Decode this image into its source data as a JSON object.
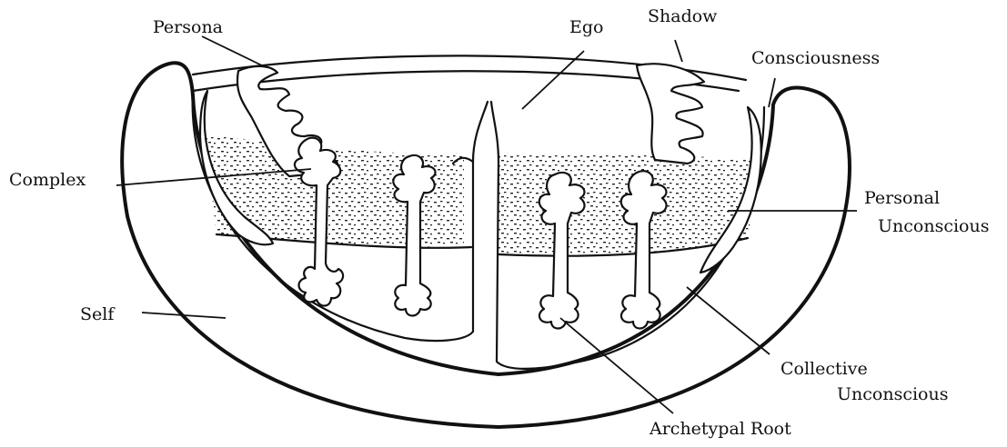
{
  "labels": {
    "persona": "Persona",
    "ego": "Ego",
    "shadow": "Shadow",
    "consciousness": "Consciousness",
    "complex": "Complex",
    "personal_unconscious_line1": "Personal",
    "personal_unconscious_line2": "Unconscious",
    "self": "Self",
    "collective_unconscious_line1": "Collective",
    "collective_unconscious_line2": "Unconscious",
    "archetypal_root": "Archetypal Root"
  }
}
